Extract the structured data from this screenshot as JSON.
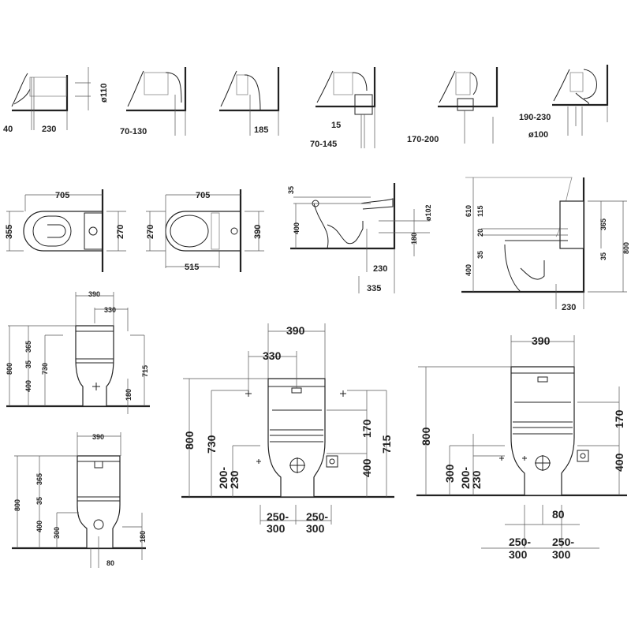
{
  "outlet_variants": [
    {
      "labels": [
        "40",
        "230",
        "ø110"
      ]
    },
    {
      "labels": [
        "70-130"
      ]
    },
    {
      "labels": [
        "185"
      ]
    },
    {
      "labels": [
        "15",
        "70-145"
      ]
    },
    {
      "labels": [
        "170-200"
      ]
    },
    {
      "labels": [
        "190-230",
        "ø100"
      ]
    }
  ],
  "plan_views": [
    {
      "labels": [
        "705",
        "355",
        "270"
      ]
    },
    {
      "labels": [
        "705",
        "270",
        "390",
        "515"
      ]
    }
  ],
  "side_views": [
    {
      "labels": [
        "35",
        "400",
        "ø102",
        "180",
        "230",
        "335"
      ]
    },
    {
      "labels": [
        "610",
        "115",
        "20",
        "35",
        "400",
        "365",
        "35",
        "800",
        "230"
      ]
    }
  ],
  "front_small_top": {
    "labels": [
      "390",
      "330",
      "800",
      "365",
      "35",
      "400",
      "730",
      "715",
      "180"
    ]
  },
  "front_small_bottom": {
    "labels": [
      "390",
      "800",
      "365",
      "35",
      "400",
      "300",
      "180",
      "80"
    ]
  },
  "front_large_middle": {
    "labels": [
      "390",
      "330",
      "800",
      "730",
      "200-",
      "230",
      "170",
      "400",
      "715",
      "250-",
      "300",
      "250-",
      "300"
    ]
  },
  "front_large_right": {
    "labels": [
      "390",
      "800",
      "300",
      "200-",
      "230",
      "170",
      "400",
      "80",
      "250-",
      "300",
      "250-",
      "300"
    ]
  }
}
